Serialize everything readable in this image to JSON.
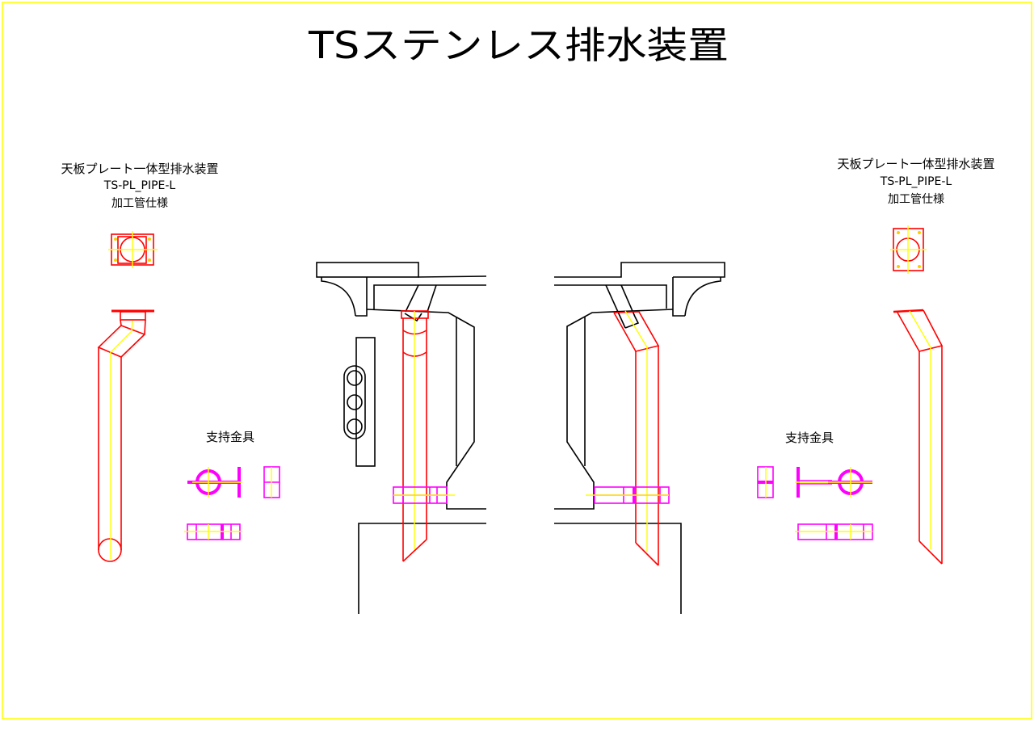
{
  "title": "TSステンレス排水装置",
  "left_spec": {
    "line1": "天板プレート一体型排水装置",
    "line2": "TS-PL_PIPE-L",
    "line3": "加工管仕様"
  },
  "right_spec": {
    "line1": "天板プレート一体型排水装置",
    "line2": "TS-PL_PIPE-L",
    "line3": "加工管仕様"
  },
  "left_bracket_label": "支持金具",
  "right_bracket_label": "支持金具",
  "colors": {
    "border": "#ffff00",
    "pipe": "#ff0000",
    "bracket": "#ff00ff",
    "centerline": "#ffff00",
    "structure": "#000000"
  }
}
